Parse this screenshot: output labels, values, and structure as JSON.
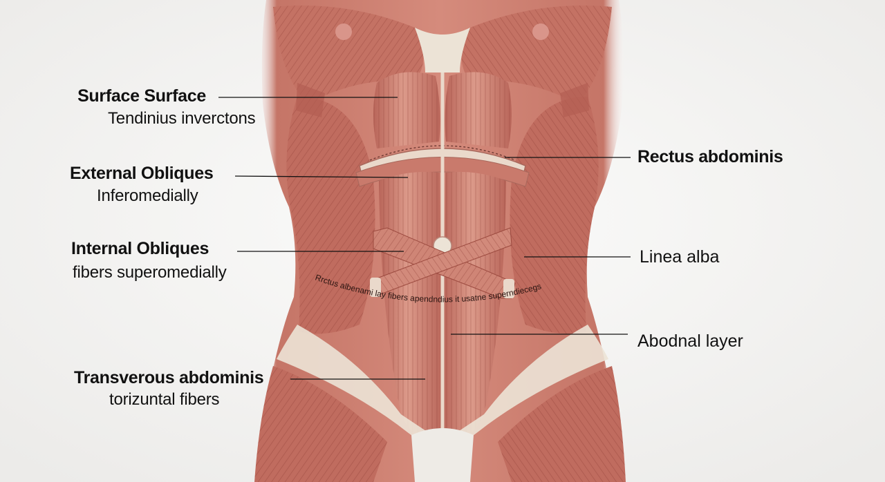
{
  "diagram": {
    "labels_left": [
      {
        "title": "Surface Surface",
        "subtitle": "Tendinius inverctons"
      },
      {
        "title": "External Obliques",
        "subtitle": "Inferomedially"
      },
      {
        "title": "Internal Obliques",
        "subtitle": "fibers superomedially"
      },
      {
        "title": "Transverous abdominis",
        "subtitle": "torizuntal fibers"
      }
    ],
    "labels_right": [
      {
        "title": "Rectus abdominis"
      },
      {
        "text": "Linea alba"
      },
      {
        "text": "Abodnal layer"
      }
    ],
    "overlay_text": "Rrctus albenami lay fibers apendndius it usatne superndiecegs"
  },
  "colors": {
    "background": "#f4f4f3",
    "muscle": "#c9776a",
    "muscle_dark": "#9c4a3f",
    "tendon": "#ece3d6",
    "leader_line": "#111111"
  }
}
